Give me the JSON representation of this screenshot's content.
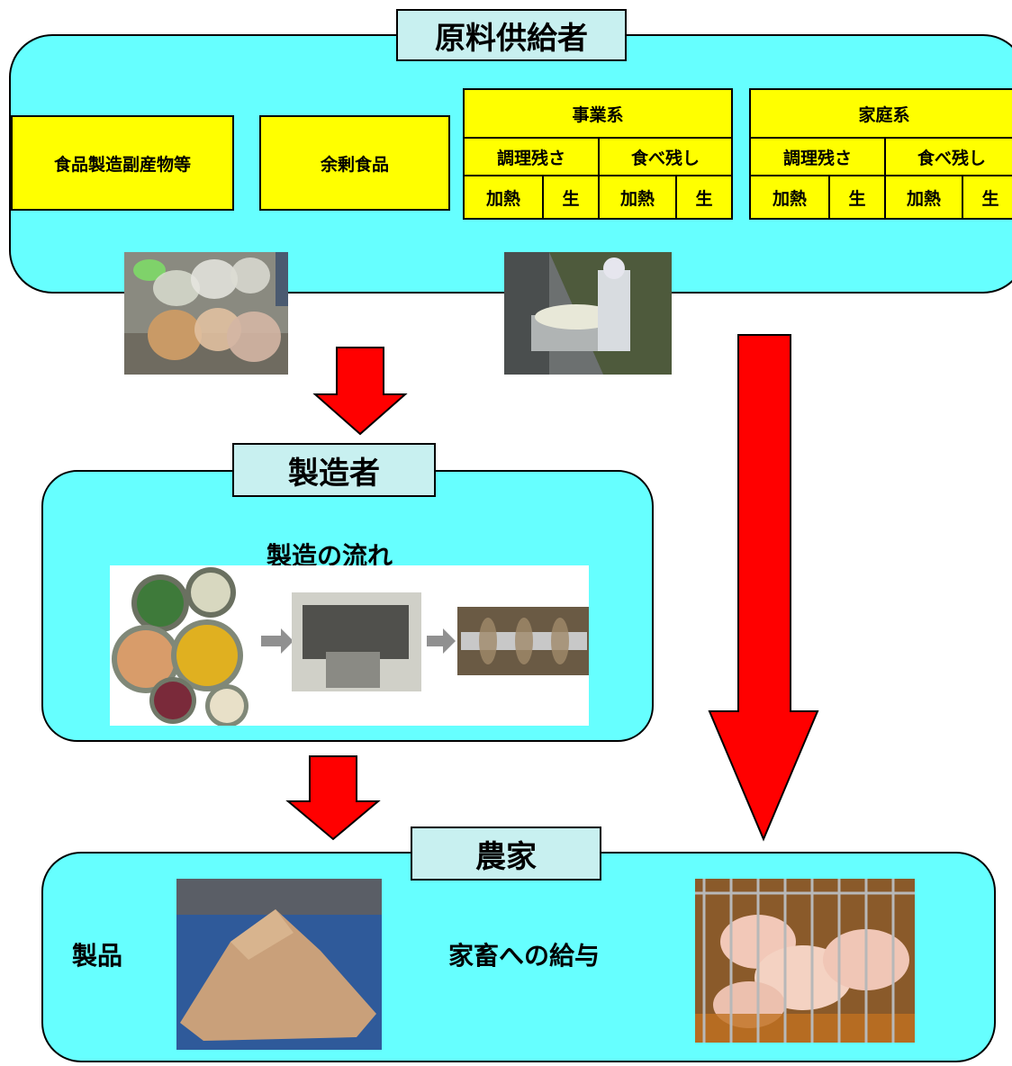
{
  "supplier": {
    "title": "原料供給者",
    "byproducts": "食品製造副産物等",
    "surplus": "余剰食品",
    "business": {
      "header": "事業系",
      "cooking_waste": "調理残さ",
      "leftovers": "食べ残し",
      "cells": [
        "加熱",
        "生",
        "加熱",
        "生"
      ]
    },
    "household": {
      "header": "家庭系",
      "cooking_waste": "調理残さ",
      "leftovers": "食べ残し",
      "cells": [
        "加熱",
        "生",
        "加熱",
        "生"
      ]
    }
  },
  "maker": {
    "title": "製造者",
    "flow_label": "製造の流れ"
  },
  "farmer": {
    "title": "農家",
    "product_label": "製品",
    "feeding_label": "家畜への給与"
  },
  "colors": {
    "panel": "#66ffff",
    "title_box": "#c8f0f0",
    "yellow": "#ffff00",
    "arrow": "#ff0000"
  }
}
